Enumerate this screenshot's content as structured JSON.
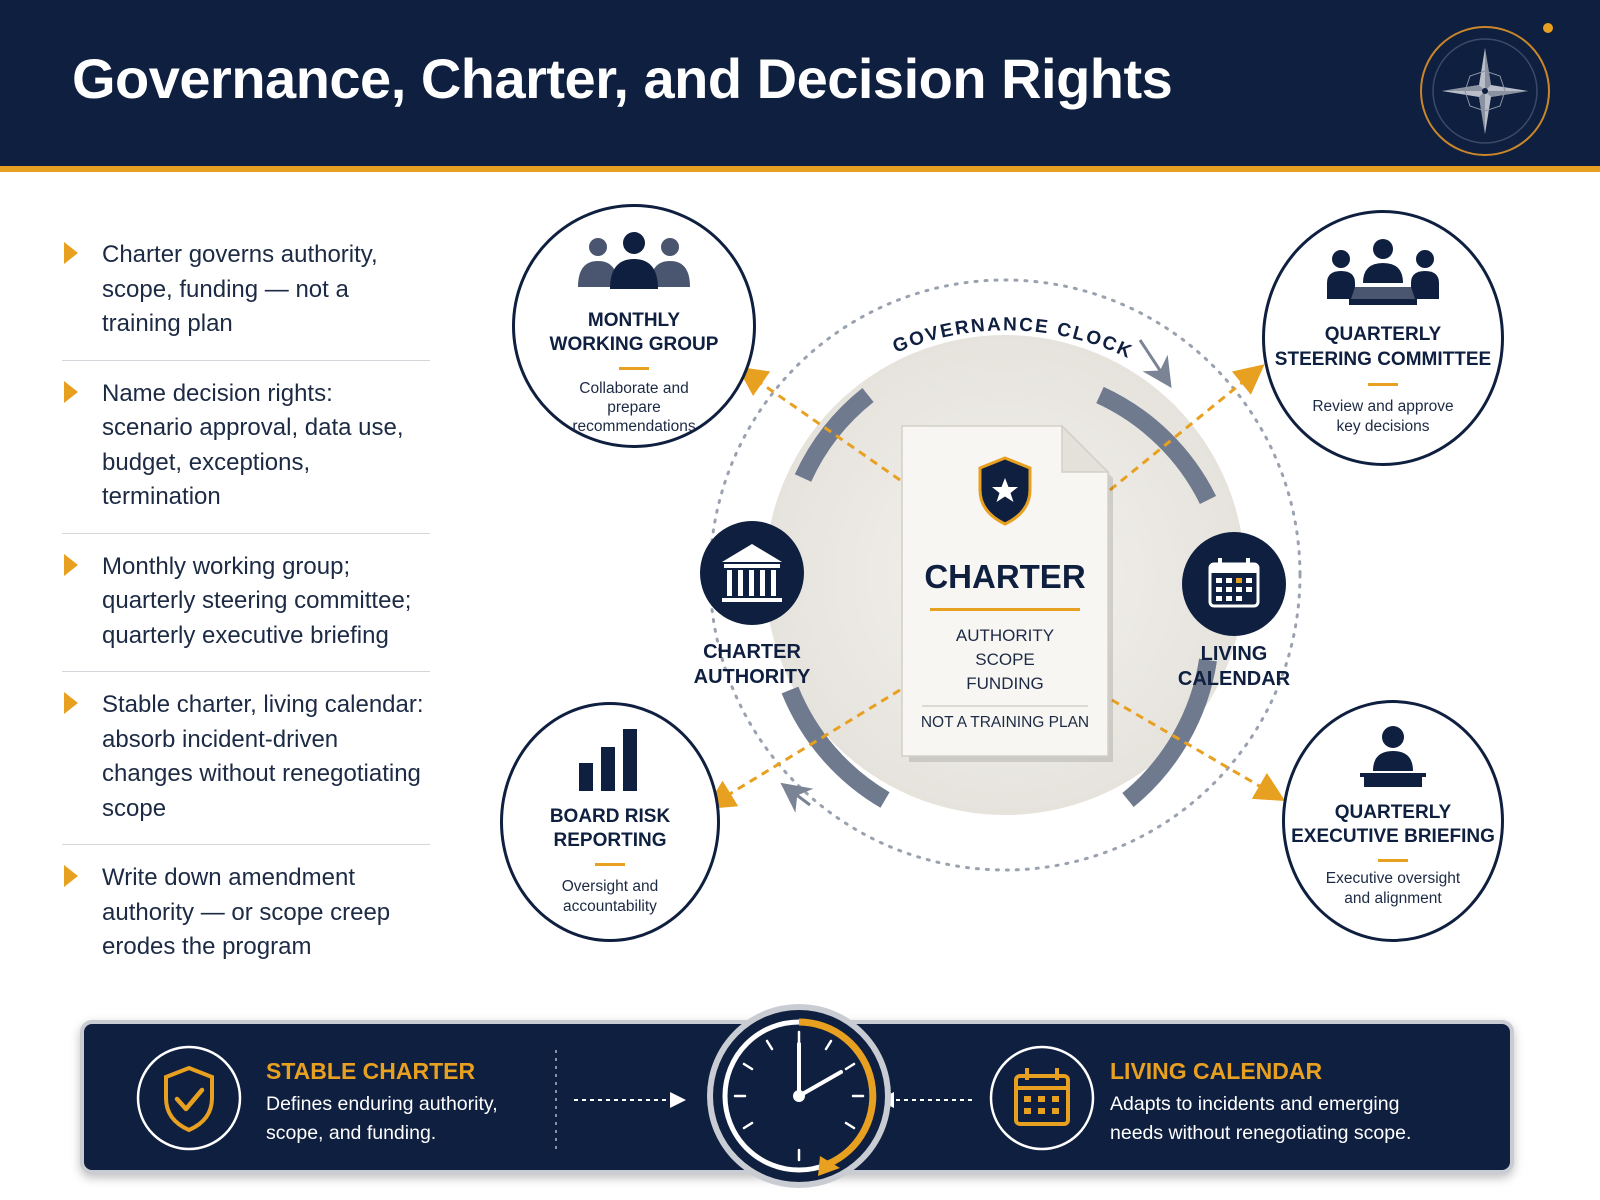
{
  "page": {
    "title": "Governance, Charter, and Decision Rights"
  },
  "bullets": [
    {
      "text": "Charter governs authority, scope, funding — not a training plan"
    },
    {
      "text": "Name decision rights: scenario approval, data use, budget, exceptions, termination"
    },
    {
      "text": "Monthly working group; quarterly steering committee; quarterly executive briefing"
    },
    {
      "text": "Stable charter, living calendar: absorb incident-driven changes without renegotiating scope"
    },
    {
      "text": "Write down amendment authority — or scope creep erodes the program"
    }
  ],
  "diagram": {
    "clock_label": "GOVERNANCE CLOCK",
    "nodes": {
      "working_group": {
        "title_1": "MONTHLY",
        "title_2": "WORKING GROUP",
        "desc_1": "Collaborate and",
        "desc_2": "prepare",
        "desc_3": "recommendations"
      },
      "steering": {
        "title_1": "QUARTERLY",
        "title_2": "STEERING COMMITTEE",
        "desc_1": "Review and approve",
        "desc_2": "key decisions"
      },
      "board": {
        "title_1": "BOARD RISK",
        "title_2": "REPORTING",
        "desc_1": "Oversight and",
        "desc_2": "accountability"
      },
      "exec": {
        "title_1": "QUARTERLY",
        "title_2": "EXECUTIVE BRIEFING",
        "desc_1": "Executive oversight",
        "desc_2": "and alignment"
      }
    },
    "charter": {
      "title": "CHARTER",
      "line_1": "AUTHORITY",
      "line_2": "SCOPE",
      "line_3": "FUNDING",
      "footer": "NOT A TRAINING PLAN"
    },
    "left_label": {
      "line_1": "CHARTER",
      "line_2": "AUTHORITY"
    },
    "right_label": {
      "line_1": "LIVING",
      "line_2": "CALENDAR"
    }
  },
  "footer": {
    "stable": {
      "title": "STABLE CHARTER",
      "desc_1": "Defines enduring authority,",
      "desc_2": "scope, and funding."
    },
    "living": {
      "title": "LIVING CALENDAR",
      "desc_1": "Adapts to incidents and emerging",
      "desc_2": "needs without renegotiating scope."
    }
  },
  "colors": {
    "navy": "#0f1f3f",
    "accent": "#e8a020",
    "slate": "#7b8495"
  },
  "icons": [
    "compass-icon",
    "chevron-right-icon",
    "people-group-icon",
    "meeting-table-icon",
    "bar-chart-icon",
    "presenter-icon",
    "building-columns-icon",
    "calendar-icon",
    "shield-star-icon",
    "shield-check-icon",
    "clock-icon"
  ]
}
